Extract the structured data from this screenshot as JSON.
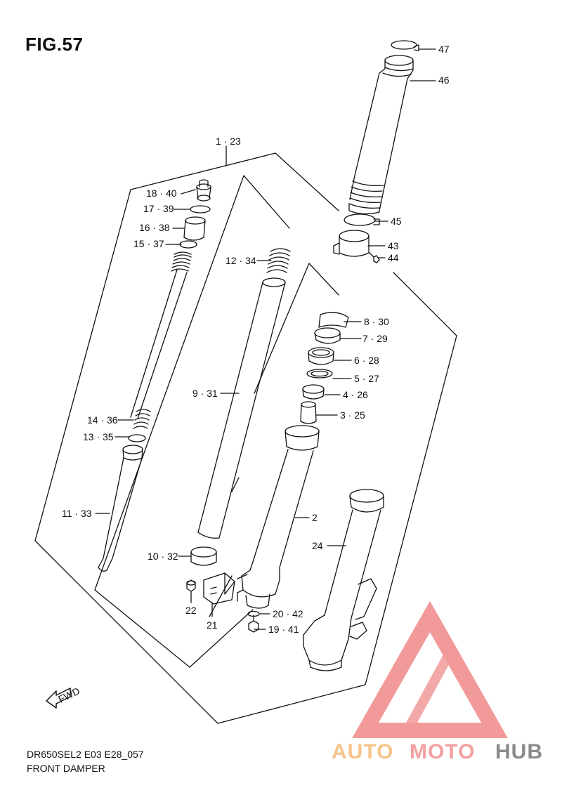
{
  "figure": {
    "title": "FIG.57"
  },
  "footer": {
    "code": "DR650SEL2 E03 E28_057",
    "name": "FRONT DAMPER"
  },
  "fwd_arrow": {
    "label": "FWD"
  },
  "watermark": {
    "text_parts": [
      "AUTO",
      "MOTO",
      "HUB"
    ],
    "colors": {
      "auto": "#f6c48b",
      "moto": "#f4a0a0",
      "hub": "#8a8a8a",
      "logo": "#f29a9a"
    }
  },
  "callouts": [
    {
      "id": "1-23",
      "text": "1 · 23"
    },
    {
      "id": "47",
      "text": "47"
    },
    {
      "id": "46",
      "text": "46"
    },
    {
      "id": "18-40",
      "text": "18 · 40"
    },
    {
      "id": "17-39",
      "text": "17 · 39"
    },
    {
      "id": "16-38",
      "text": "16 · 38"
    },
    {
      "id": "15-37",
      "text": "15 · 37"
    },
    {
      "id": "12-34",
      "text": "12 · 34"
    },
    {
      "id": "45",
      "text": "45"
    },
    {
      "id": "43",
      "text": "43"
    },
    {
      "id": "44",
      "text": "44"
    },
    {
      "id": "8-30",
      "text": "8 · 30"
    },
    {
      "id": "7-29",
      "text": "7 · 29"
    },
    {
      "id": "6-28",
      "text": "6 · 28"
    },
    {
      "id": "5-27",
      "text": "5 · 27"
    },
    {
      "id": "4-26",
      "text": "4 · 26"
    },
    {
      "id": "9-31",
      "text": "9 · 31"
    },
    {
      "id": "3-25",
      "text": "3 · 25"
    },
    {
      "id": "14-36",
      "text": "14 · 36"
    },
    {
      "id": "13-35",
      "text": "13 · 35"
    },
    {
      "id": "11-33",
      "text": "11 · 33"
    },
    {
      "id": "2",
      "text": "2"
    },
    {
      "id": "24",
      "text": "24"
    },
    {
      "id": "10-32",
      "text": "10 · 32"
    },
    {
      "id": "20-42",
      "text": "20 · 42"
    },
    {
      "id": "22",
      "text": "22"
    },
    {
      "id": "21",
      "text": "21"
    },
    {
      "id": "19-41",
      "text": "19 · 41"
    }
  ]
}
